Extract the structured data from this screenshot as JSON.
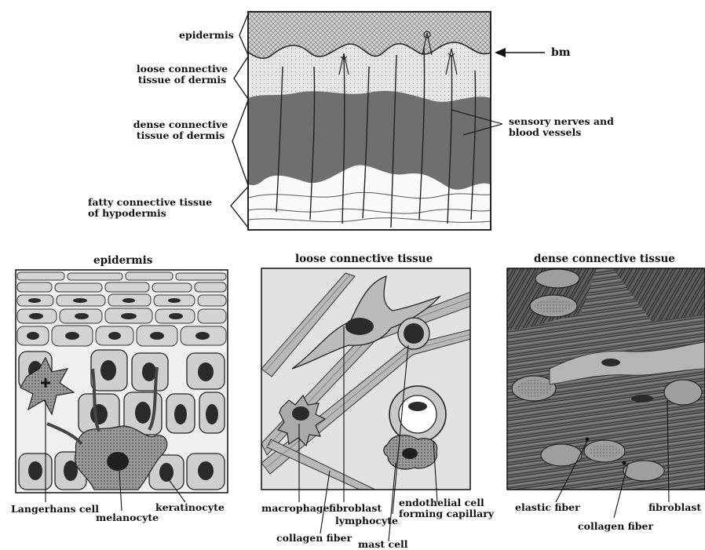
{
  "top_diagram": {
    "labels": {
      "epidermis": "epidermis",
      "loose_line1": "loose connective",
      "loose_line2": "tissue of dermis",
      "dense_line1": "dense connective",
      "dense_line2": "tissue of dermis",
      "fatty_line1": "fatty connective tissue",
      "fatty_line2": "of hypodermis",
      "bm": "bm",
      "sensory_line1": "sensory nerves and",
      "sensory_line2": "blood vessels"
    }
  },
  "panels": {
    "epidermis": {
      "title": "epidermis",
      "labels": {
        "langerhans": "Langerhans cell",
        "melanocyte": "melanocyte",
        "keratinocyte": "keratinocyte"
      }
    },
    "loose": {
      "title": "loose connective tissue",
      "labels": {
        "macrophage": "macrophage",
        "fibroblast": "fibroblast",
        "lymphocyte": "lymphocyte",
        "endothelial_line1": "endothelial cell",
        "endothelial_line2": "forming capillary",
        "collagen_fiber": "collagen fiber",
        "mast_cell": "mast cell"
      }
    },
    "dense": {
      "title": "dense connective tissue",
      "labels": {
        "elastic_fiber": "elastic fiber",
        "collagen_fiber": "collagen fiber",
        "fibroblast": "fibroblast"
      }
    }
  },
  "colors": {
    "ink": "#111111",
    "epidermis_fill": "#c9c9c9",
    "loose_fill": "#dcdcdc",
    "dense_fill": "#707070",
    "panel_bg": "#e4e4e4",
    "dense_panel_bg": "#6a6a6a"
  }
}
